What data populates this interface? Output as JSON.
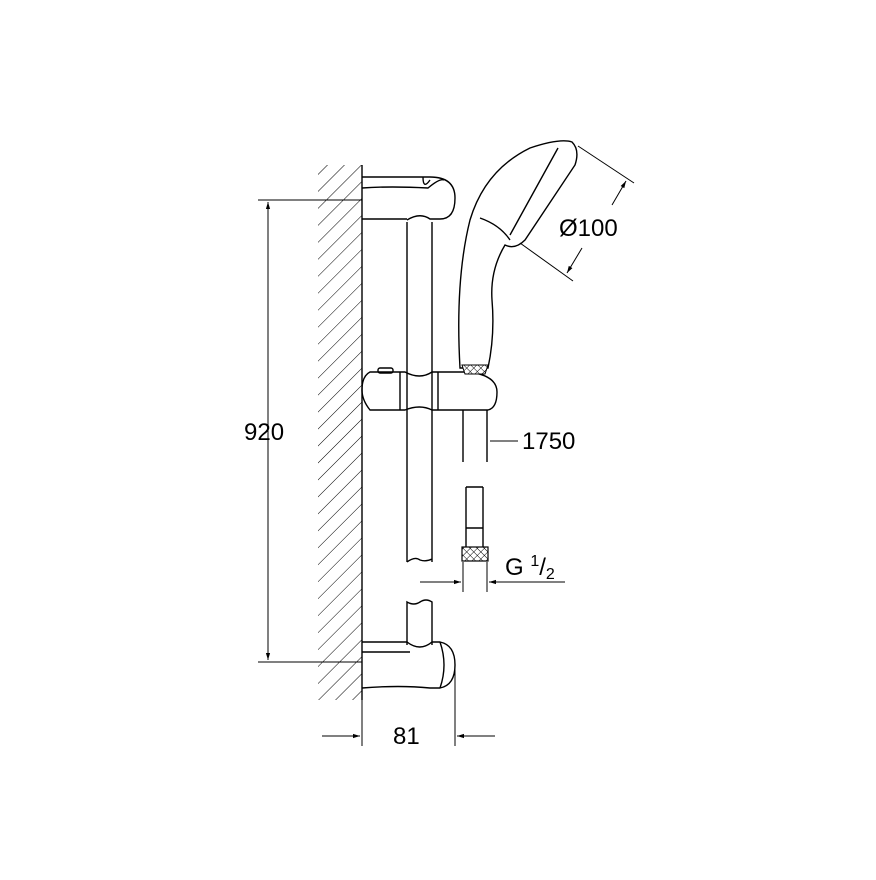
{
  "dimensions": {
    "height": "920",
    "depth": "81",
    "head_diameter": "Ø100",
    "hose_length": "1750",
    "connection": {
      "main": "G",
      "numerator": "1",
      "slash": "/",
      "denominator": "2"
    }
  }
}
